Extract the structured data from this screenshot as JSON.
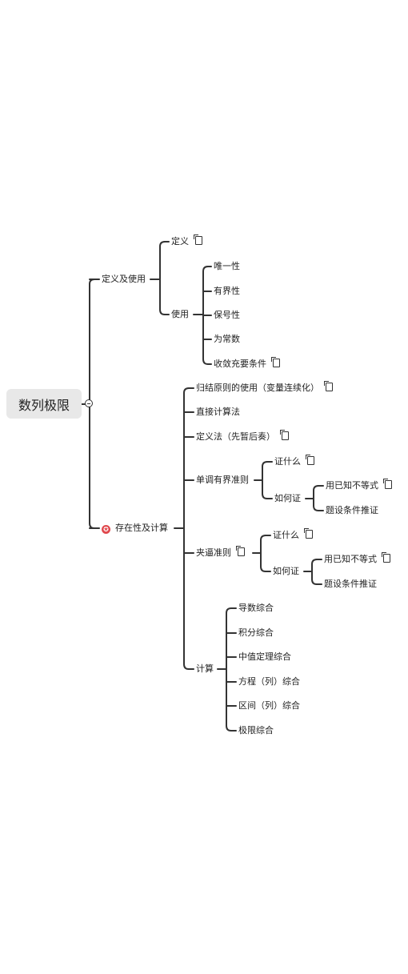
{
  "mindmap": {
    "root": "数列极限",
    "n": {
      "def_use": "定义及使用",
      "def": "定义",
      "use": "使用",
      "unique": "唯一性",
      "bounded": "有界性",
      "sign": "保号性",
      "const": "为常数",
      "converge": "收敛充要条件",
      "exist": "存在性及计算",
      "heine": "归结原则的使用（变量连续化）",
      "direct": "直接计算法",
      "defmethod": "定义法（先暂后奏）",
      "monotone": "单调有界准则",
      "mono_what": "证什么",
      "mono_how": "如何证",
      "mono_known": "用已知不等式",
      "mono_cond": "题设条件推证",
      "squeeze": "夹逼准则",
      "sq_what": "证什么",
      "sq_how": "如何证",
      "sq_known": "用已知不等式",
      "sq_cond": "题设条件推证",
      "calc": "计算",
      "deriv": "导数综合",
      "integ": "积分综合",
      "mvt": "中值定理综合",
      "equation": "方程（列）综合",
      "interval": "区间（列）综合",
      "limit": "极限综合"
    }
  }
}
